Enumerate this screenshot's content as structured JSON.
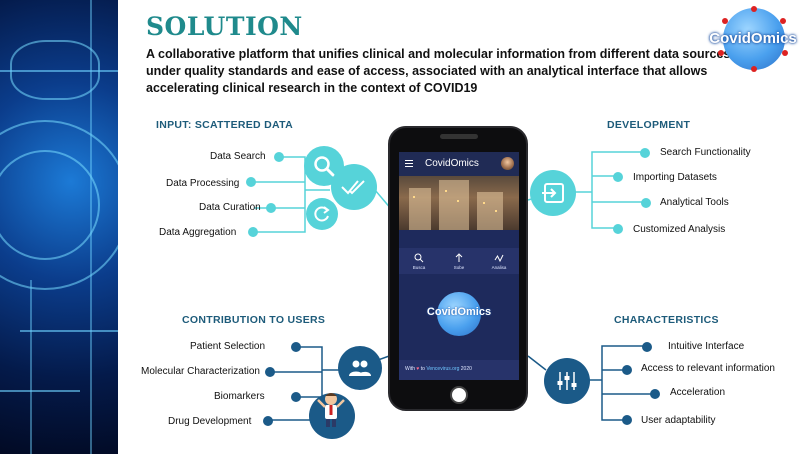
{
  "header": {
    "title": "SOLUTION",
    "subtitle": "A collaborative platform that unifies clinical and molecular information from different data sources, under quality standards and ease of access, associated with an analytical interface that allows accelerating clinical research in the context of COVID19"
  },
  "logo": {
    "text": "CovidOmics"
  },
  "input": {
    "heading": "INPUT: SCATTERED DATA",
    "items": [
      "Data Search",
      "Data Processing",
      "Data Curation",
      "Data Aggregation"
    ]
  },
  "development": {
    "heading": "DEVELOPMENT",
    "items": [
      "Search Functionality",
      "Importing Datasets",
      "Analytical Tools",
      "Customized Analysis"
    ]
  },
  "contribution": {
    "heading": "CONTRIBUTION TO USERS",
    "items": [
      "Patient Selection",
      "Molecular Characterization",
      "Biomarkers",
      "Drug Development"
    ]
  },
  "characteristics": {
    "heading": "CHARACTERISTICS",
    "items": [
      "Intuitive Interface",
      "Access to relevant information",
      "Acceleration",
      "User adaptability"
    ]
  },
  "phone": {
    "app_title": "CovidOmics",
    "tabs": [
      "Busca",
      "Sobe",
      "Analisa"
    ],
    "logo_text": "CovidOmics",
    "footer_prefix": "With",
    "footer_heart": "♥",
    "footer_to": "to",
    "footer_link": "Vencevirus.org",
    "footer_year": "2020"
  },
  "colors": {
    "teal": "#56d3d9",
    "navy": "#1b5a88",
    "title": "#1f8a8c"
  }
}
